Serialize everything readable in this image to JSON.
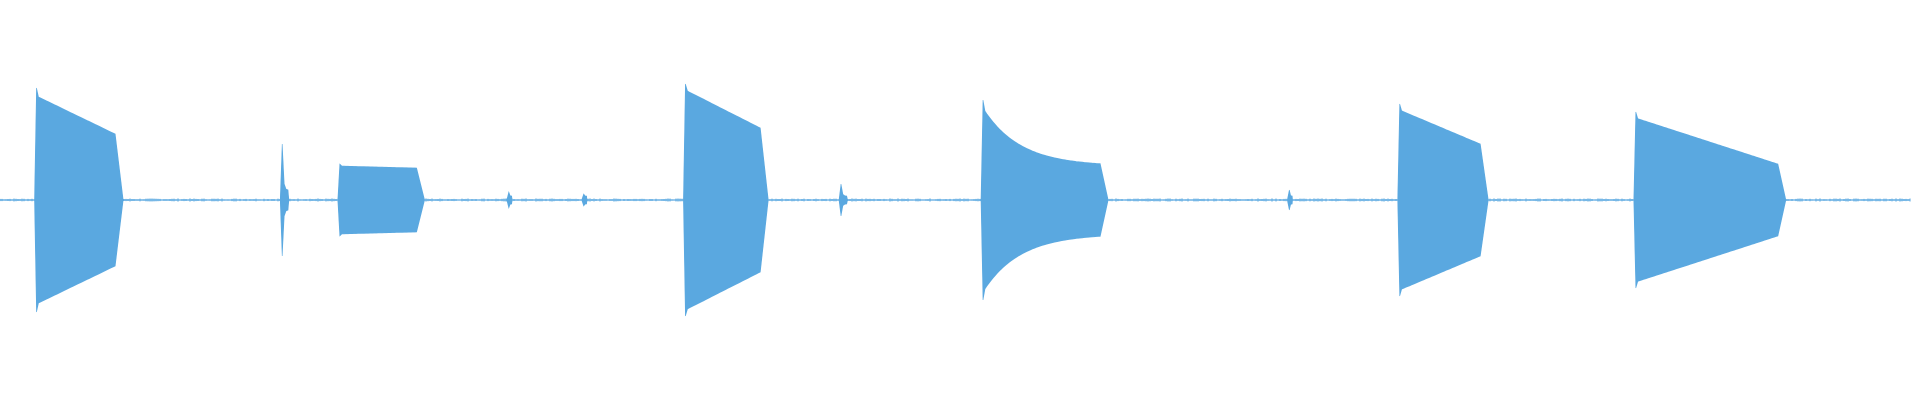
{
  "waveform": {
    "color": "#5aa8e0",
    "duration_fraction_drawn": 0.995,
    "baseline_noise_level": 0.006,
    "segments": [
      {
        "id": "burst-1",
        "start": 0.019,
        "end": 0.06,
        "amp_start": 0.52,
        "amp_end": 0.33,
        "onset_spike": 0.56,
        "shape": "decay"
      },
      {
        "id": "click-1",
        "start": 0.147,
        "end": 0.15,
        "amp_start": 0.28,
        "amp_end": 0.05,
        "onset_spike": 0.28,
        "shape": "click"
      },
      {
        "id": "burst-2",
        "start": 0.177,
        "end": 0.217,
        "amp_start": 0.17,
        "amp_end": 0.16,
        "onset_spike": 0.18,
        "shape": "flat"
      },
      {
        "id": "tick-1",
        "start": 0.265,
        "end": 0.2665,
        "amp_start": 0.04,
        "amp_end": 0.02,
        "onset_spike": 0.04,
        "shape": "click"
      },
      {
        "id": "tick-2",
        "start": 0.304,
        "end": 0.3055,
        "amp_start": 0.03,
        "amp_end": 0.02,
        "onset_spike": 0.03,
        "shape": "click"
      },
      {
        "id": "burst-3",
        "start": 0.357,
        "end": 0.396,
        "amp_start": 0.55,
        "amp_end": 0.36,
        "onset_spike": 0.58,
        "shape": "decay"
      },
      {
        "id": "click-2",
        "start": 0.438,
        "end": 0.441,
        "amp_start": 0.08,
        "amp_end": 0.02,
        "onset_spike": 0.08,
        "shape": "click"
      },
      {
        "id": "burst-4",
        "start": 0.512,
        "end": 0.573,
        "amp_start": 0.46,
        "amp_end": 0.17,
        "onset_spike": 0.5,
        "shape": "exp-decay"
      },
      {
        "id": "tick-3",
        "start": 0.6715,
        "end": 0.673,
        "amp_start": 0.05,
        "amp_end": 0.02,
        "onset_spike": 0.05,
        "shape": "click"
      },
      {
        "id": "burst-5",
        "start": 0.729,
        "end": 0.771,
        "amp_start": 0.45,
        "amp_end": 0.28,
        "onset_spike": 0.48,
        "shape": "decay"
      },
      {
        "id": "burst-6",
        "start": 0.852,
        "end": 0.926,
        "amp_start": 0.41,
        "amp_end": 0.18,
        "onset_spike": 0.44,
        "shape": "decay"
      }
    ]
  }
}
